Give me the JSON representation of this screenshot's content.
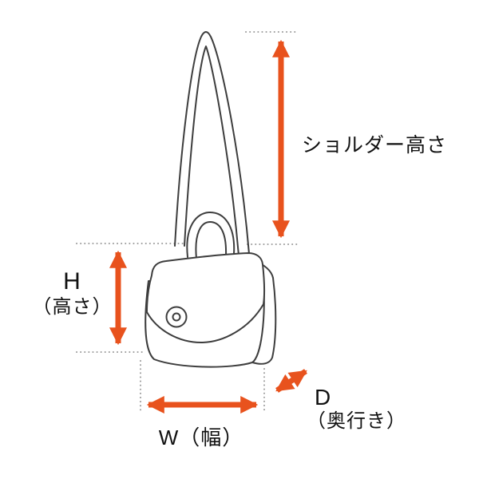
{
  "diagram": {
    "illustration": "shoulder bag with flap, clasp, top handle and long shoulder strap",
    "labels": {
      "shoulder_height": "ショルダー高さ",
      "height_letter": "H",
      "height_paren": "（高さ）",
      "width": "W（幅）",
      "depth_letter": "D",
      "depth_paren": "（奥行き）"
    },
    "colors": {
      "arrow": "#e8521d",
      "outline": "#3d3d3d",
      "dotted": "#9b9b9b",
      "background": "#ffffff",
      "text": "#111111"
    }
  }
}
